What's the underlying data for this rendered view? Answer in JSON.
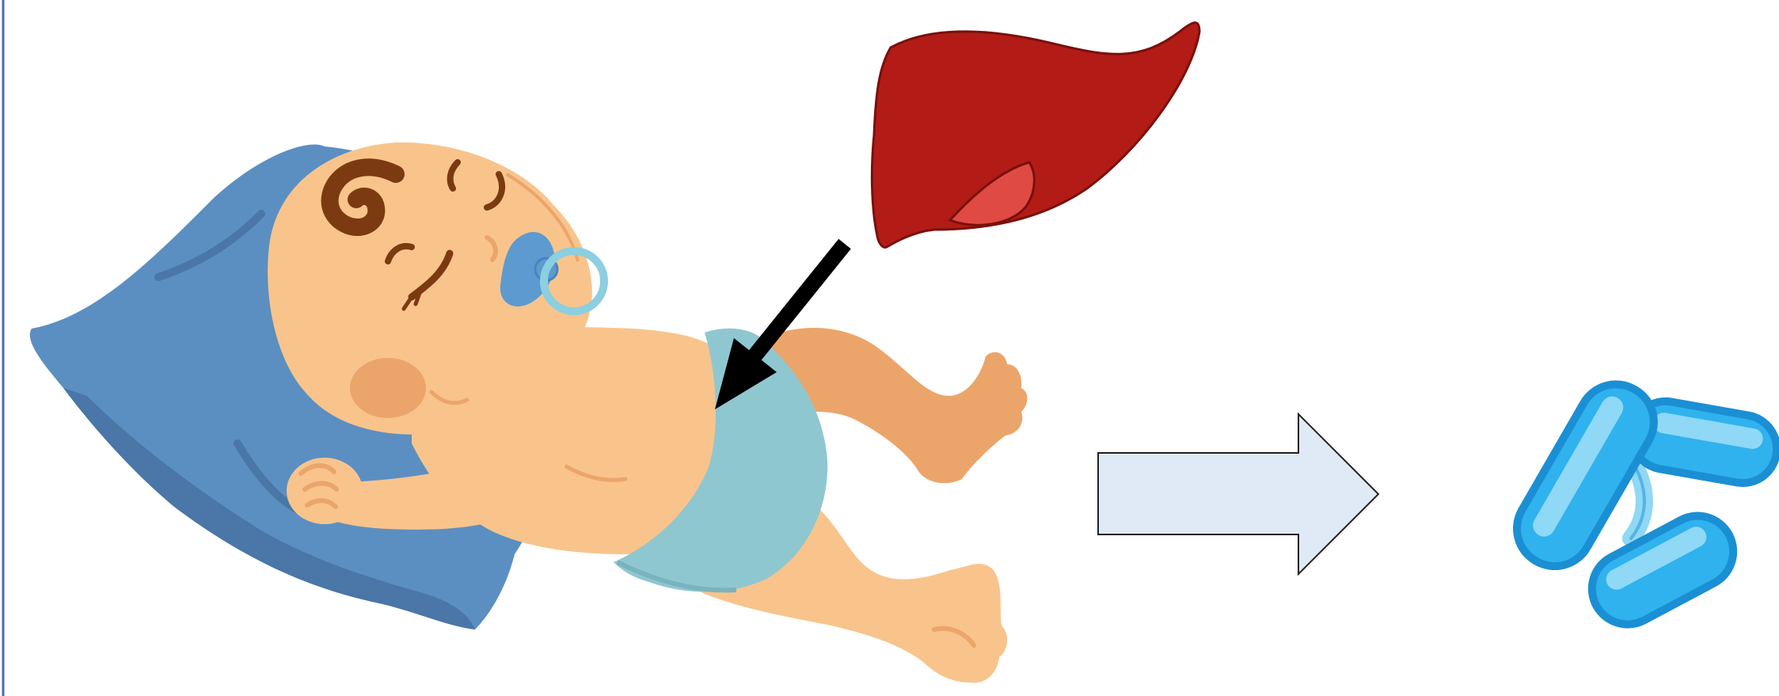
{
  "figure": {
    "panels": [
      {
        "id": "infant",
        "icon": "sleeping-baby-icon"
      },
      {
        "id": "liver",
        "icon": "liver-icon"
      },
      {
        "id": "bacteria",
        "icon": "rod-bacteria-icon"
      }
    ],
    "arrows": [
      {
        "id": "liver-to-infant-abdomen",
        "style": "solid-black"
      },
      {
        "id": "process-arrow",
        "style": "outlined-block"
      }
    ],
    "colors": {
      "liver": "#b31b17",
      "liver_lobe": "#e04a44",
      "pillow": "#5b8fc2",
      "pillow_shadow": "#4a76a8",
      "skin": "#f8c48c",
      "skin_shade": "#eba56a",
      "diaper": "#8fc7d0",
      "hair": "#7b3a10",
      "cheek": "#eba56a",
      "pacifier": "#5c9ad0",
      "pacifier_ring": "#8ccfe0",
      "bacteria": "#2fb2ee",
      "bacteria_light": "#8fd8f6",
      "bacteria_dark": "#1b8fd4",
      "block_arrow_fill": "#dfeaf6",
      "pointer_arrow": "#000000",
      "frame": "#4a6db0"
    }
  }
}
